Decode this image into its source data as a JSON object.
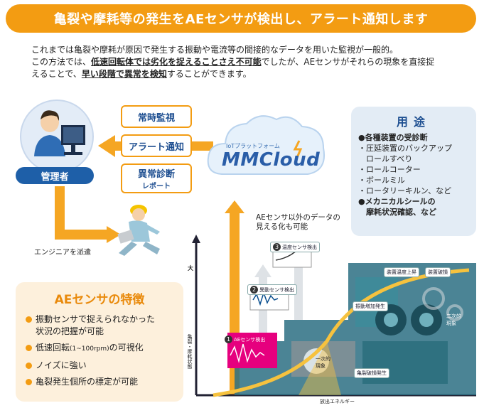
{
  "banner": {
    "title": "亀裂や摩耗等の発生をAEセンサが検出し、アラート通知します"
  },
  "intro": {
    "line1": "これまでは亀裂や摩耗が原因で発生する振動や電流等の間接的なデータを用いた監視が一般的。",
    "line2_a": "この方法では、",
    "line2_b": "低速回転体では劣化を捉えることさえ不可能",
    "line2_c": "でしたが、AEセンサがそれらの現象を直接捉",
    "line3_a": "えることで、",
    "line3_b": "早い段階で異常を検知",
    "line3_c": "することができます。"
  },
  "admin": {
    "label": "管理者"
  },
  "boxes": {
    "monitor": "常時監視",
    "alert": "アラート通知",
    "diag_line1": "異常診断",
    "diag_line2": "レポート"
  },
  "cloud": {
    "platform": "IoTプラットフォーム",
    "name": "MMCloud"
  },
  "engineer": {
    "label": "エンジニアを派遣"
  },
  "uses": {
    "title": "用途",
    "h1": "●各種装置の受診断",
    "items": [
      "・圧延装置のバックアップ",
      "　ロールすべり",
      "・ロールコーター",
      "・ボールミル",
      "・ロータリーキルン、など"
    ],
    "h2_line1": "●メカニカルシールの",
    "h2_line2": "　摩耗状況確認、など"
  },
  "visual": {
    "other_data_line1": "AEセンサ以外のデータの",
    "other_data_line2": "見える化も可能",
    "step1": "AEセンサ検出",
    "step2": "異動センサ検出",
    "step3": "温度センサ検出",
    "primary": "一次的\n現象",
    "secondary": "二次的\n現象",
    "tag_a": "装置温度上昇",
    "tag_b": "装置破損",
    "tag_c": "振動増加発生",
    "tag_d": "亀裂破損発生",
    "y_axis": "亀裂・摩耗状態",
    "y_top": "大",
    "x_axis": "放出エネルギー"
  },
  "features": {
    "title": "AEセンサの特徴",
    "f1_line1": "振動センサで捉えられなかった",
    "f1_line2": "状況の把握が可能",
    "f2_a": "低速回転",
    "f2_small": "(1~100rpm)",
    "f2_b": "の可視化",
    "f3": "ノイズに強い",
    "f4": "亀裂発生個所の標定が可能"
  },
  "colors": {
    "accent": "#f39c12",
    "navy": "#1e4f91",
    "machine": "#1f5f6e",
    "pink": "#e6007e"
  }
}
